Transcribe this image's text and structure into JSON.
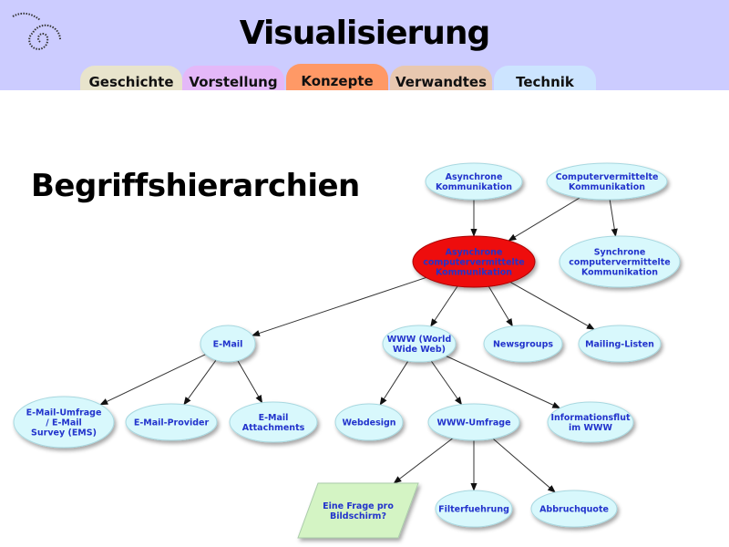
{
  "header": {
    "title": "Visualisierung",
    "tabs": [
      {
        "label": "Geschichte",
        "color": "#e8e4cc"
      },
      {
        "label": "Vorstellung",
        "color": "#e4b8f8"
      },
      {
        "label": "Konzepte",
        "color": "#ff9966",
        "active": true
      },
      {
        "label": "Verwandtes",
        "color": "#e8c8b0"
      },
      {
        "label": "Technik",
        "color": "#cce4ff"
      }
    ]
  },
  "main": {
    "heading": "Begriffshierarchien"
  },
  "diagram": {
    "colors": {
      "node": "#d8f8fc",
      "highlight": "#ee1111",
      "question": "#d4f4c4",
      "link_text": "#2233cc",
      "plain_text": "#222222"
    },
    "nodes": [
      {
        "id": "async",
        "lines": [
          "Asynchrone",
          "Kommunikation"
        ]
      },
      {
        "id": "cvk",
        "lines": [
          "Computervermittelte",
          "Kommunikation"
        ]
      },
      {
        "id": "acvk",
        "lines": [
          "Asynchrone",
          "computervermittelte",
          "Kommunikation"
        ],
        "highlight": true
      },
      {
        "id": "scvk",
        "lines": [
          "Synchrone",
          "computervermittelte",
          "Kommunikation"
        ]
      },
      {
        "id": "email",
        "lines": [
          "E-Mail"
        ]
      },
      {
        "id": "www",
        "lines": [
          "WWW (World",
          "Wide Web)"
        ]
      },
      {
        "id": "news",
        "lines": [
          "Newsgroups"
        ]
      },
      {
        "id": "mailing",
        "lines": [
          "Mailing-Listen"
        ]
      },
      {
        "id": "ems",
        "lines": [
          "E-Mail-Umfrage",
          "/ E-Mail",
          "Survey (EMS)"
        ]
      },
      {
        "id": "provider",
        "lines": [
          "E-Mail-Provider"
        ],
        "plain": true
      },
      {
        "id": "attach",
        "lines": [
          "E-Mail",
          "Attachments"
        ]
      },
      {
        "id": "webdesign",
        "lines": [
          "Webdesign"
        ]
      },
      {
        "id": "wwwumf",
        "lines": [
          "WWW-Umfrage"
        ]
      },
      {
        "id": "info",
        "lines": [
          "Informationsflut",
          "im WWW"
        ]
      },
      {
        "id": "frage",
        "lines": [
          "Eine Frage pro",
          "Bildschirm?"
        ],
        "shape": "parallelogram"
      },
      {
        "id": "filter",
        "lines": [
          "Filterfuehrung"
        ]
      },
      {
        "id": "abbruch",
        "lines": [
          "Abbruchquote"
        ]
      }
    ],
    "edges": [
      [
        "async",
        "acvk"
      ],
      [
        "cvk",
        "acvk"
      ],
      [
        "cvk",
        "scvk"
      ],
      [
        "acvk",
        "email"
      ],
      [
        "acvk",
        "www"
      ],
      [
        "acvk",
        "news"
      ],
      [
        "acvk",
        "mailing"
      ],
      [
        "email",
        "ems"
      ],
      [
        "email",
        "provider"
      ],
      [
        "email",
        "attach"
      ],
      [
        "www",
        "webdesign"
      ],
      [
        "www",
        "wwwumf"
      ],
      [
        "www",
        "info"
      ],
      [
        "wwwumf",
        "frage"
      ],
      [
        "wwwumf",
        "filter"
      ],
      [
        "wwwumf",
        "abbruch"
      ]
    ]
  }
}
